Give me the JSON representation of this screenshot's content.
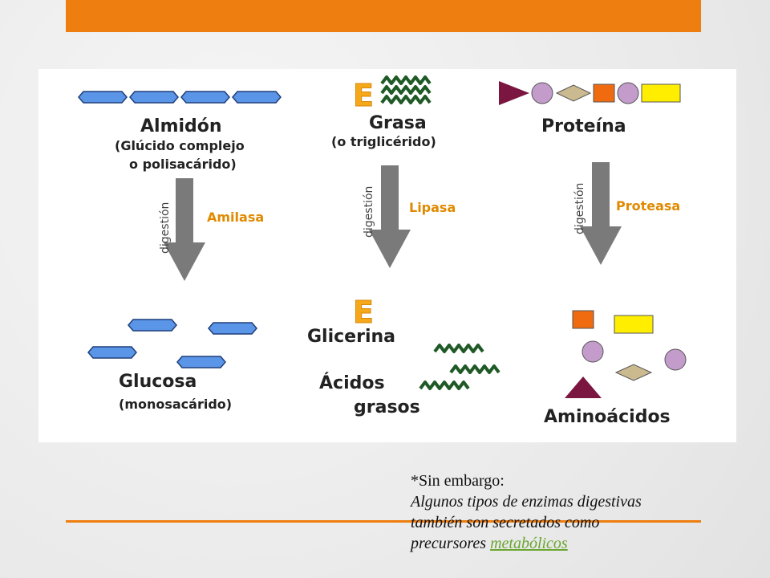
{
  "diagram": {
    "columns": [
      {
        "molecule": "Almidón",
        "description_line1": "(Glúcido complejo",
        "description_line2": "o polisacárido)",
        "arrow_label": "digestión",
        "enzyme": "Amilasa",
        "products": [
          "Glucosa"
        ],
        "product_note": "(monosacárido)"
      },
      {
        "molecule": "Grasa",
        "description_line1": "(o triglicérido)",
        "arrow_label": "digestión",
        "enzyme": "Lipasa",
        "products": [
          "Glicerina",
          "Ácidos",
          "grasos"
        ],
        "glycerol_symbol": "E"
      },
      {
        "molecule": "Proteína",
        "arrow_label": "digestión",
        "enzyme": "Proteasa",
        "products": [
          "Aminoácidos"
        ]
      }
    ],
    "colors": {
      "glucose": "#5b95e8",
      "fatty_acid": "#1f5a26",
      "glycerol": "#f5a91a",
      "arrow": "#7a7a7a",
      "enzyme_text": "#e08a00",
      "triangle": "#7a1640",
      "circle": "#c49ccc",
      "diamond": "#cbb98f",
      "square": "#f06b10",
      "rectangle": "#ffee00"
    }
  },
  "note": {
    "line1": "*Sin embargo:",
    "line2": "Algunos tipos de enzimas digestivas",
    "line3": "también son secretados como",
    "line4_prefix": "precursores ",
    "link": "metabólicos"
  },
  "accent_color": "#ee7e10"
}
